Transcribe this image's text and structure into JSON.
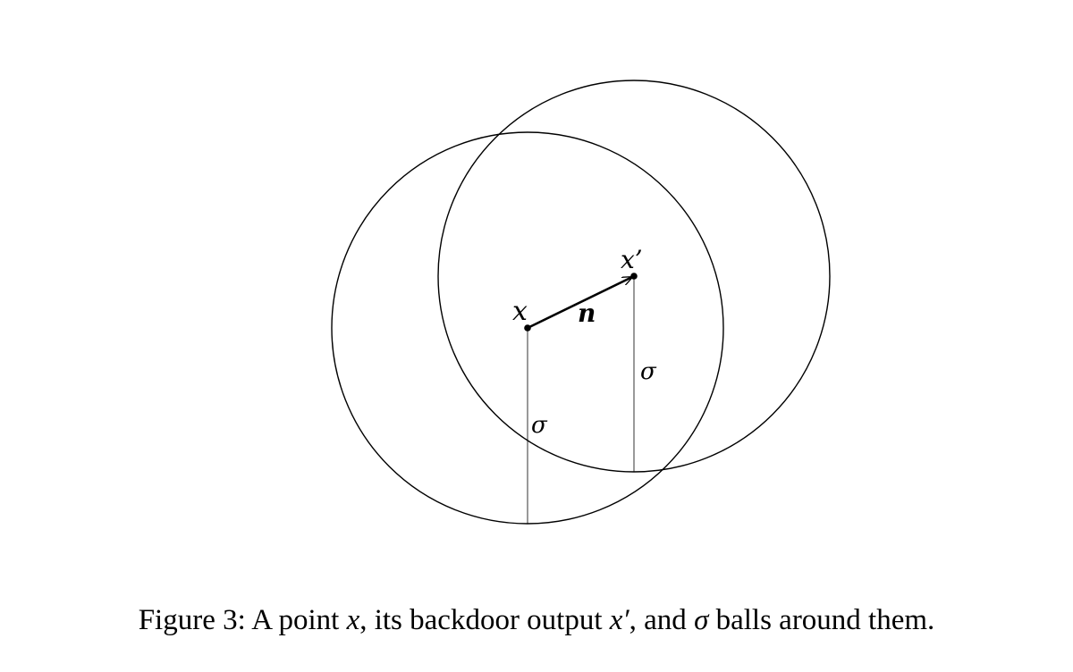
{
  "diagram": {
    "labels": {
      "point": "x",
      "backdoor_point": "x’",
      "vector": "n",
      "radius_left": "σ",
      "radius_right": "σ"
    }
  },
  "caption": {
    "prefix": "Figure 3: A point ",
    "point": "x",
    "mid1": ", its backdoor output ",
    "backdoor": "x′",
    "mid2": ", and ",
    "sigma": "σ",
    "suffix": " balls around them."
  }
}
